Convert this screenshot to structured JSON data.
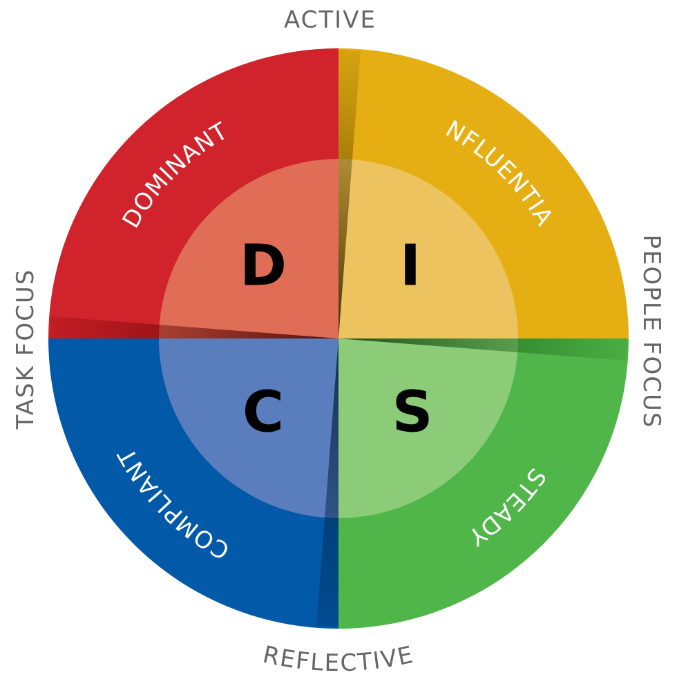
{
  "axes": {
    "top": "ACTIVE",
    "bottom": "REFLECTIVE",
    "left": "TASK FOCUS",
    "right": "PEOPLE FOCUS"
  },
  "quadrants": {
    "d": {
      "letter": "D",
      "label": "DOMINANT",
      "color": "#d0232b",
      "inner_color": "#e06d55"
    },
    "i": {
      "letter": "I",
      "label": "INFLUENTIAL",
      "color": "#e5ae12",
      "inner_color": "#ecc35e"
    },
    "s": {
      "letter": "S",
      "label": "STEADY",
      "color": "#50b649",
      "inner_color": "#8ccc79"
    },
    "c": {
      "letter": "C",
      "label": "COMPLIANT",
      "color": "#0259a8",
      "inner_color": "#5a7ebd"
    }
  },
  "colors": {
    "axis_text": "#666666",
    "label_text": "#ffffff",
    "letter_text": "#000000"
  }
}
